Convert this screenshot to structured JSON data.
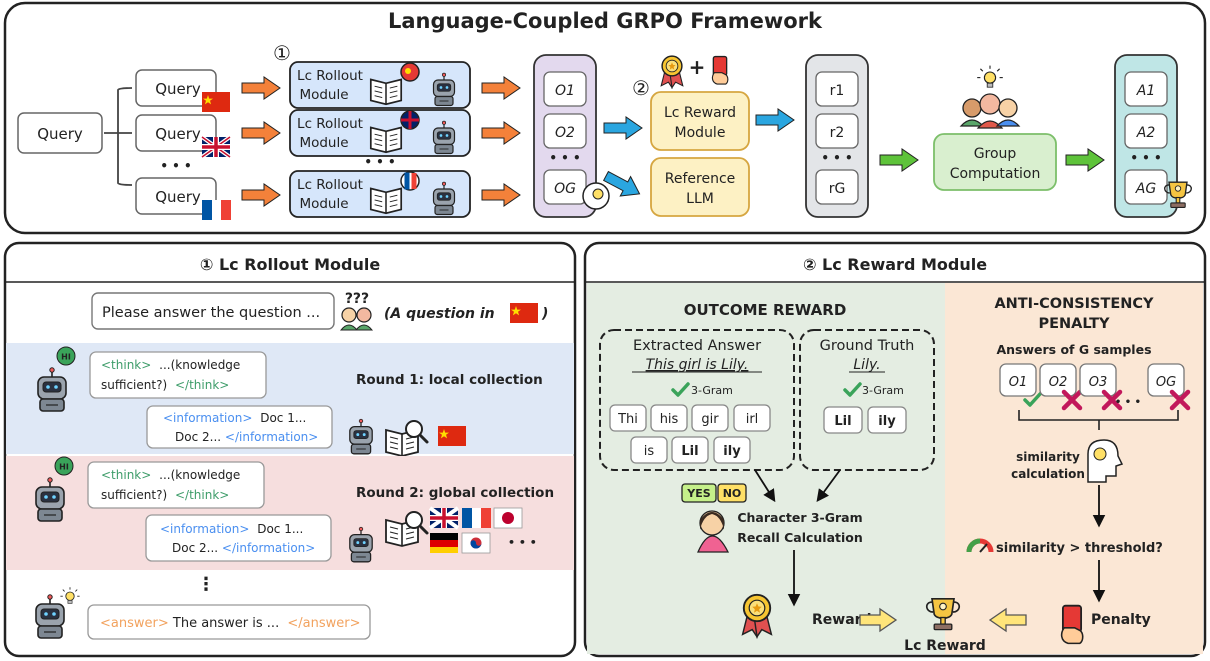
{
  "title": "Language-Coupled GRPO Framework",
  "top": {
    "step1_marker": "①",
    "step2_marker": "②",
    "query_root": "Query",
    "query_items": [
      "Query",
      "Query",
      "Query"
    ],
    "query_ellipsis": "• • •",
    "rollout_labels": [
      {
        "line1": "Lc Rollout",
        "line2": "Module"
      },
      {
        "line1": "Lc Rollout",
        "line2": "Module"
      },
      {
        "line1": "Lc Rollout",
        "line2": "Module"
      }
    ],
    "rollout_ellipsis": "• • •",
    "outputs": [
      "O1",
      "O2",
      "OG"
    ],
    "outputs_ellipsis": "• • •",
    "plus": "+",
    "reward_module": {
      "line1": "Lc Reward",
      "line2": "Module"
    },
    "reference_llm": {
      "line1": "Reference",
      "line2": "LLM"
    },
    "rewards": [
      "r1",
      "r2",
      "rG"
    ],
    "rewards_ellipsis": "• • •",
    "group_computation": {
      "line1": "Group",
      "line2": "Computation"
    },
    "advantages": [
      "A1",
      "A2",
      "AG"
    ],
    "advantages_ellipsis": "• • •"
  },
  "rollout_panel": {
    "title": "① Lc Rollout Module",
    "prompt": "Please answer the question ...",
    "qqq": "???",
    "question_note_pre": "(A question in",
    "question_note_post": ")",
    "robot_badge": "HI",
    "round1": {
      "think_open": "<think>",
      "think_line1": "...(knowledge",
      "think_line2": "sufficient?)",
      "think_close": "</think>",
      "label": "Round 1: local collection",
      "info_open": "<information>",
      "info_line1": "Doc 1...",
      "info_line2": "Doc 2...",
      "info_close": "</information>"
    },
    "round2": {
      "think_open": "<think>",
      "think_line1": "...(knowledge",
      "think_line2": "sufficient?)",
      "think_close": "</think>",
      "label": "Round 2: global collection",
      "info_open": "<information>",
      "info_line1": "Doc 1...",
      "info_line2": "Doc 2...",
      "info_close": "</information>",
      "flags_ellipsis": "• • •"
    },
    "vertical_ellipsis": "⋮",
    "answer_open": "<answer>",
    "answer_text": "The answer is ...",
    "answer_close": "</answer>"
  },
  "reward_panel": {
    "title": "② Lc Reward Module",
    "outcome_title": "OUTCOME REWARD",
    "extracted_title": "Extracted Answer",
    "extracted_text": "This girl is Lily.",
    "gram_label": "3-Gram",
    "extracted_grams": [
      {
        "text": "Thi",
        "match": false
      },
      {
        "text": "his",
        "match": false
      },
      {
        "text": "gir",
        "match": false
      },
      {
        "text": "irl",
        "match": false
      },
      {
        "text": "is",
        "match": false
      },
      {
        "text": "Lil",
        "match": true
      },
      {
        "text": "ily",
        "match": true
      }
    ],
    "truth_title": "Ground Truth",
    "truth_text": "Lily.",
    "truth_grams": [
      {
        "text": "Lil",
        "match": true
      },
      {
        "text": "ily",
        "match": true
      }
    ],
    "yes": "YES",
    "no": "NO",
    "recall_line1": "Character 3-Gram",
    "recall_line2": "Recall Calculation",
    "reward_label": "Reward",
    "lc_reward_label": "Lc Reward",
    "anti_title_line1": "ANTI-CONSISTENCY",
    "anti_title_line2": "PENALTY",
    "answers_label": "Answers of G samples",
    "samples": [
      "O1",
      "O2",
      "O3",
      "OG"
    ],
    "samples_ellipsis": "• • •",
    "similarity_line1": "similarity",
    "similarity_line2": "calculation",
    "threshold_text": "similarity > threshold?",
    "penalty_label": "Penalty"
  },
  "colors": {
    "accent_orange": "#f4813a",
    "accent_blue": "#2aa6e0",
    "accent_green": "#5ec33a",
    "rollout_fill": "#d6e6fb",
    "output_fill": "#e3d9ee",
    "reward_fill": "#fdf1c4",
    "rewards_fill": "#e3e5e8",
    "group_fill": "#d9efcf",
    "adv_fill": "#bfe6e6",
    "outcome_bg": "#e4ede2",
    "anti_bg": "#fbe7d5",
    "round1_bg": "#dfe8f6",
    "round2_bg": "#f6dede",
    "match_red": "#e0161b",
    "tag_green": "#3e9d6a",
    "tag_blue": "#4a8ff0",
    "tag_orange": "#f2a25e"
  }
}
